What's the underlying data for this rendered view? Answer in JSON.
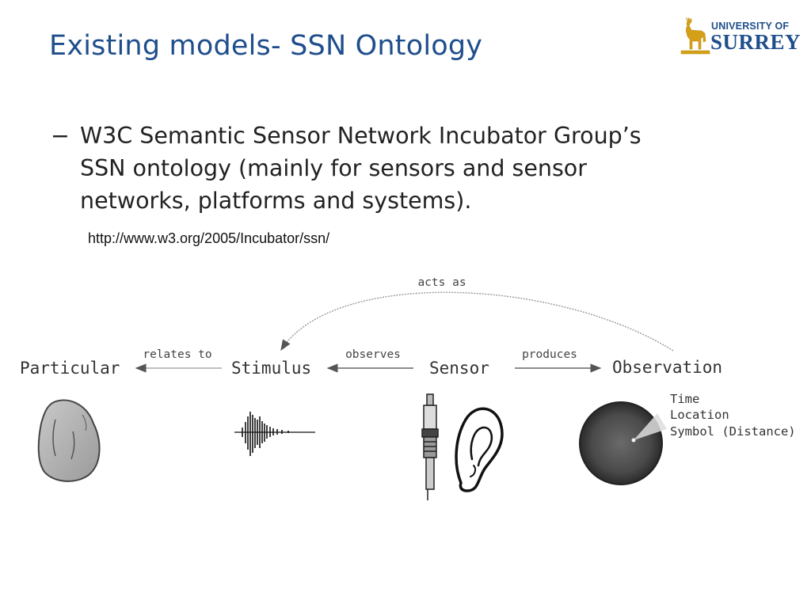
{
  "slide": {
    "title": "Existing models- SSN Ontology"
  },
  "logo": {
    "line1": "UNIVERSITY OF",
    "line2": "SURREY",
    "color": "#1f4e8c",
    "stag_color": "#d4a017"
  },
  "bullet": {
    "dash": "−",
    "lines": [
      "W3C Semantic Sensor Network Incubator Group’s",
      "SSN ontology (mainly for sensors and sensor",
      "networks, platforms and systems)."
    ]
  },
  "reference": {
    "url": "http://www.w3.org/2005/Incubator/ssn/"
  },
  "diagram": {
    "nodes": {
      "particular": "Particular",
      "stimulus": "Stimulus",
      "sensor": "Sensor",
      "observation": "Observation"
    },
    "edges": {
      "relates_to": "relates to",
      "observes": "observes",
      "produces": "produces",
      "acts_as": "acts as"
    },
    "observation_properties": [
      "Time",
      "Location",
      "Symbol (Distance)"
    ]
  }
}
